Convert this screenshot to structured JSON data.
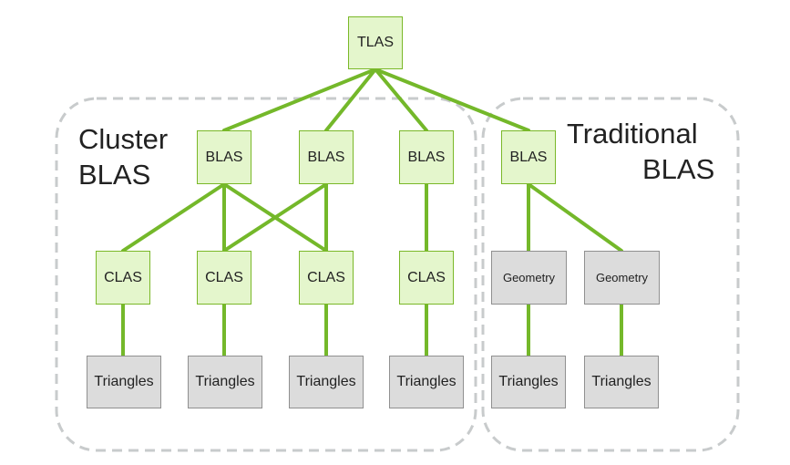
{
  "groups": {
    "cluster": {
      "title_line1": "Cluster",
      "title_line2": "BLAS"
    },
    "traditional": {
      "title_line1": "Traditional",
      "title_line2": "BLAS"
    }
  },
  "nodes": {
    "tlas": "TLAS",
    "blas": [
      "BLAS",
      "BLAS",
      "BLAS",
      "BLAS"
    ],
    "clas": [
      "CLAS",
      "CLAS",
      "CLAS",
      "CLAS"
    ],
    "geometry": [
      "Geometry",
      "Geometry"
    ],
    "triangles": [
      "Triangles",
      "Triangles",
      "Triangles",
      "Triangles",
      "Triangles",
      "Triangles"
    ]
  },
  "colors": {
    "edge": "#74b82a",
    "green_fill": "#e4f6cc",
    "gray_fill": "#dcdcdc",
    "group_border": "#c8cbcc"
  }
}
